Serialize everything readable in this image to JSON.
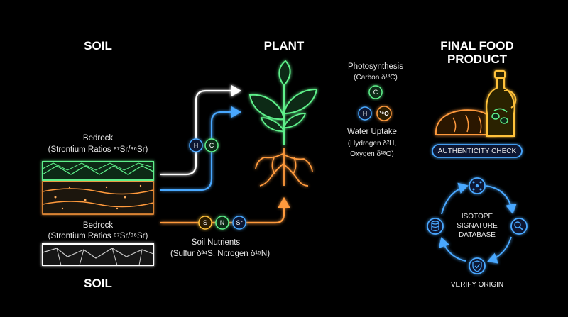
{
  "headings": {
    "soil_top": "SOIL",
    "plant": "PLANT",
    "product_line1": "FINAL FOOD",
    "product_line2": "PRODUCT",
    "soil_bottom": "SOIL"
  },
  "bedrock_top": {
    "line1": "Bedrock",
    "line2": "(Strontium Ratios ⁸⁷Sr/⁸⁶Sr)"
  },
  "bedrock_mid": {
    "line1": "Bedrock",
    "line2": "(Strontium Ratios ⁸⁷Sr/⁸⁶Sr)"
  },
  "photosynthesis": {
    "line1": "Photosynthesis",
    "line2": "(Carbon δ¹³C)",
    "node": "C"
  },
  "water_uptake": {
    "line1": "Water Uptake",
    "line2": "(Hydrogen δ²H,",
    "line3": "Oxygen δ¹⁸O)",
    "node_h": "H",
    "node_o": "¹⁸O"
  },
  "soil_to_plant_nodes": {
    "h": "H",
    "c": "C"
  },
  "soil_nutrients": {
    "line1": "Soil Nutrients",
    "line2": "(Sulfur δ³⁴S, Nitrogen δ¹⁵N)",
    "node_s": "S",
    "node_n": "N",
    "node_sr": "Sr"
  },
  "authenticity_check": "AUTHENTICITY CHECK",
  "database": {
    "line1": "ISOTOPE",
    "line2": "SIGNATURE",
    "line3": "DATABASE"
  },
  "verify_origin": "VERIFY ORIGIN",
  "colors": {
    "green": "#5ef08a",
    "blue": "#4aa8ff",
    "orange": "#ff9a3c",
    "white": "#ffffff",
    "gold": "#ffc23a",
    "purple": "#c58cff"
  }
}
